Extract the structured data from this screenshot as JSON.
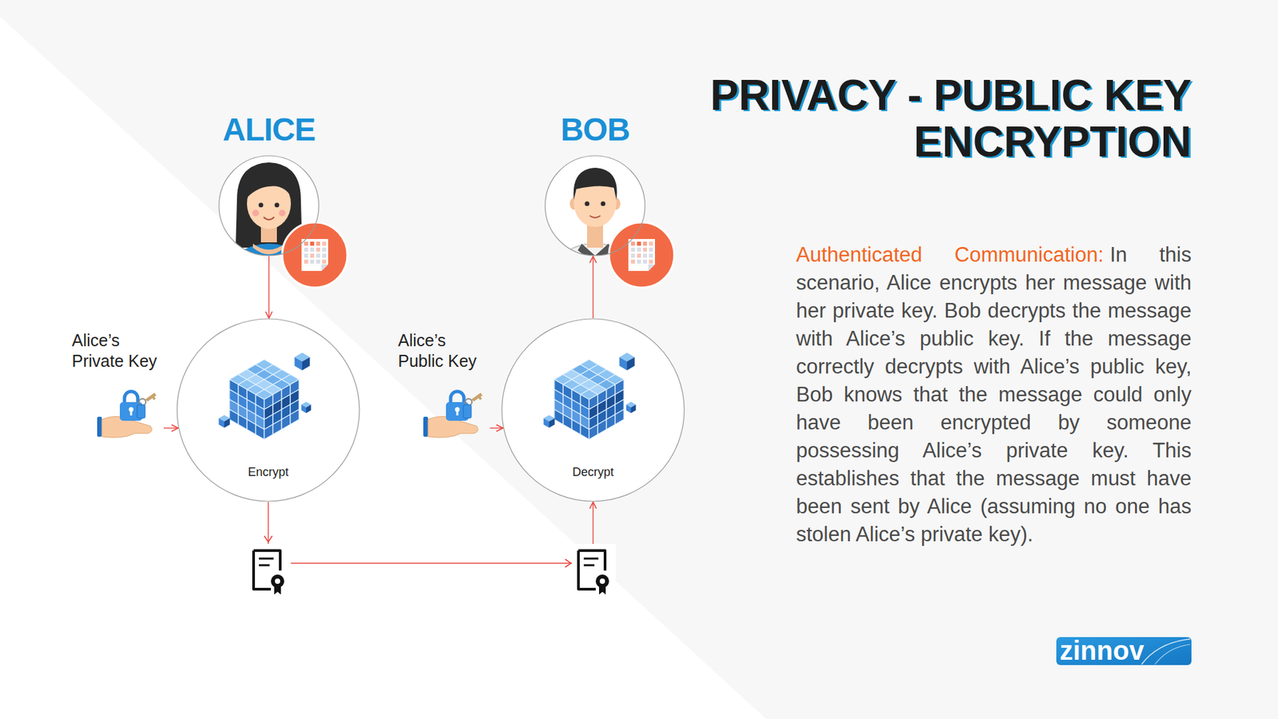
{
  "diagram": {
    "title": "PRIVACY - PUBLIC KEY ENCRYPTION",
    "nodes": [
      {
        "text": [
          "ALICE"
        ]
      },
      {
        "text": [
          "Alice’s Private Key"
        ]
      },
      {
        "text": [
          "Encrypt"
        ]
      },
      {
        "text": [
          "BOB"
        ]
      },
      {
        "text": [
          "Alice’s Public Key"
        ]
      },
      {
        "text": [
          "Decrypt"
        ]
      }
    ],
    "edges": [
      {
        "from": 0,
        "to": 2,
        "arrow": "to"
      },
      {
        "from": 1,
        "to": 2,
        "arrow": "to"
      },
      {
        "from": 2,
        "to": 5,
        "arrow": "to"
      },
      {
        "from": 4,
        "to": 5,
        "arrow": "to"
      },
      {
        "from": 5,
        "to": 3,
        "arrow": "to"
      }
    ],
    "labels": [
      "Authenticated Communication:",
      "In this scenario, Alice encrypts her message with her private key. Bob decrypts the message with Alice’s public key. If the message correctly decrypts with Alice’s public key, Bob knows that the message could only have been encrypted by someone possessing Alice’s private key. This establishes that the message must have been sent by Alice (assuming no one has stolen Alice’s private key).",
      "zinnov"
    ]
  }
}
